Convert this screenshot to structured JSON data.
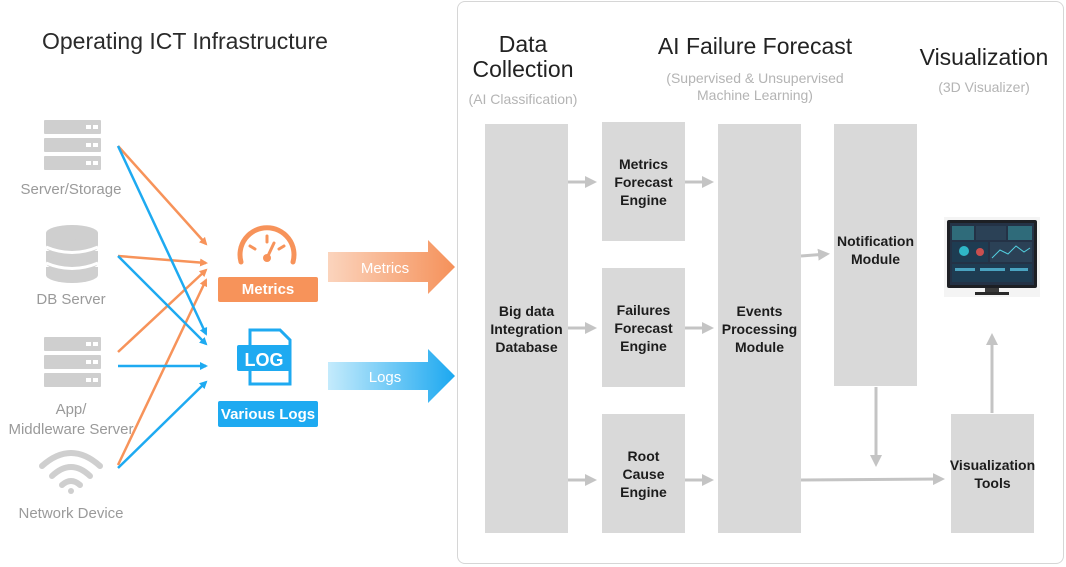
{
  "left_title": "Operating ICT Infrastructure",
  "devices": [
    {
      "label": "Server/Storage",
      "icon": "server-icon"
    },
    {
      "label": "DB Server",
      "icon": "database-icon"
    },
    {
      "label": "App/\nMiddleware Server",
      "icon": "server-icon"
    },
    {
      "label": "Network Device",
      "icon": "wifi-icon"
    }
  ],
  "metrics": {
    "tag": "Metrics",
    "arrow_label": "Metrics",
    "icon": "gauge-icon",
    "color": "#f7935a"
  },
  "logs": {
    "tag": "Various Logs",
    "icon_text": "LOG",
    "arrow_label": "Logs",
    "icon": "log-file-icon",
    "color": "#1eaaf1"
  },
  "columns": [
    {
      "title": "Data\nCollection",
      "subtitle": "(AI Classification)"
    },
    {
      "title": "AI Failure Forecast",
      "subtitle": "(Supervised & Unsupervised\nMachine Learning)"
    },
    {
      "title": "Visualization",
      "subtitle": "(3D Visualizer)"
    }
  ],
  "boxes": {
    "bigdata": "Big data\nIntegration\nDatabase",
    "metrics_engine": "Metrics\nForecast\nEngine",
    "failures_engine": "Failures\nForecast\nEngine",
    "rootcause_engine": "Root\nCause\nEngine",
    "events": "Events\nProcessing\nModule",
    "notification": "Notification\nModule",
    "vis_tools": "Visualization\nTools"
  },
  "monitor_icon": "monitor-dashboard-icon",
  "colors": {
    "orange": "#f7935a",
    "blue": "#1eaaf1",
    "box": "#d9d9d9",
    "flow_arrow": "#c4c4c4"
  }
}
